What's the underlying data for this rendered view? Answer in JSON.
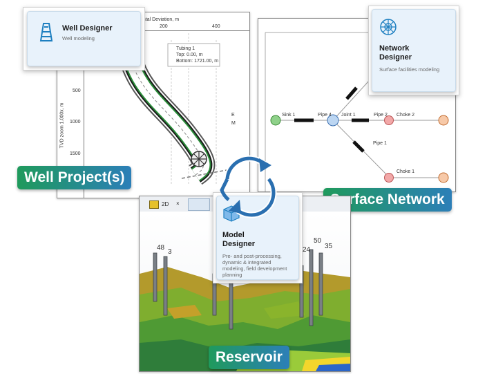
{
  "well": {
    "card_title": "Well Designer",
    "card_subtitle": "Well modeling",
    "axis_top": "ontal Deviation, m",
    "tick_200": "200",
    "tick_400": "400",
    "y_axis": "TVD zoom 1.000x, m",
    "y_500": "500",
    "y_1000": "1000",
    "y_1500": "1500",
    "tubing_name": "Tubing 1",
    "tubing_top": "Top: 0.00, m",
    "tubing_bottom": "Bottom: 1721.00, m",
    "side_e": "E",
    "side_m": "M",
    "tag": "Well Project(s)"
  },
  "network": {
    "card_title_1": "Network",
    "card_title_2": "Designer",
    "card_subtitle": "Surface facilities modeling",
    "sink": "Sink 1",
    "pipe4": "Pipe 4",
    "joint": "Joint 1",
    "pipe2": "Pipe 2",
    "choke2": "Choke 2",
    "pipe1": "Pipe 1",
    "choke1": "Choke 1",
    "tag": "Surface Network"
  },
  "reservoir": {
    "btn_2d": "2D",
    "close": "×",
    "card_title_1": "Model",
    "card_title_2": "Designer",
    "card_subtitle_1": "Pre- and post-processing,",
    "card_subtitle_2": "dynamic & integrated",
    "card_subtitle_3": "modeling, field development",
    "card_subtitle_4": "planning",
    "well_48": "48",
    "well_3": "3",
    "well_24": "24",
    "well_50": "50",
    "well_35": "35",
    "tag": "Reservoir"
  },
  "colors": {
    "accent_green": "#1f9a5c",
    "accent_blue": "#2c7fb8",
    "arrow": "#2a6fb0"
  }
}
